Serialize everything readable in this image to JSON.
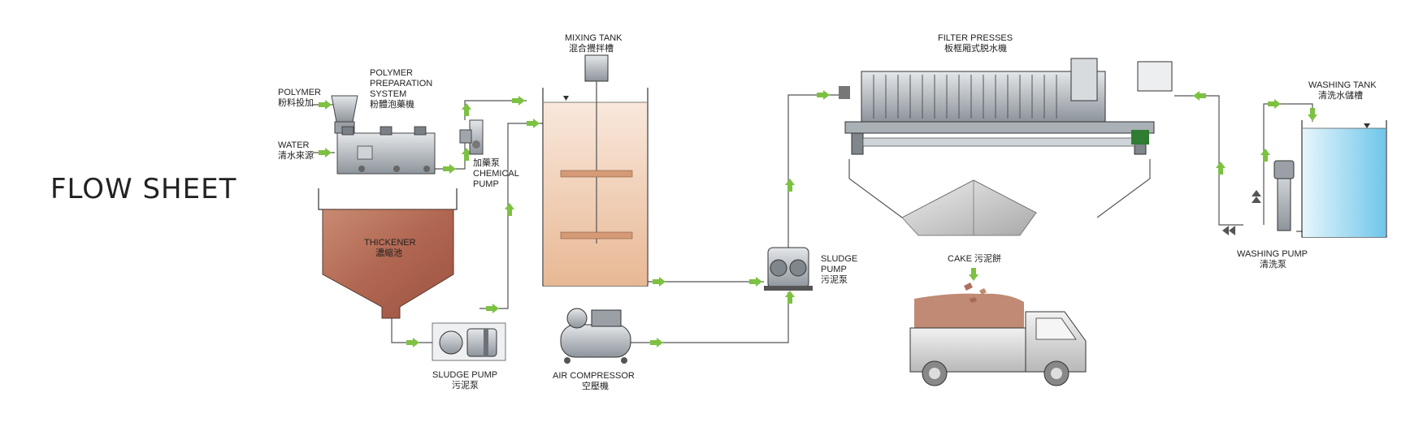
{
  "title": "FLOW SHEET",
  "labels": {
    "polymer": [
      "POLYMER",
      "粉料投加"
    ],
    "polymer_system": [
      "POLYMER",
      "PREPARATION",
      "SYSTEM",
      "粉體泡藥機"
    ],
    "water": [
      "WATER",
      "清水來源"
    ],
    "chemical_pump": [
      "加藥泵",
      "CHEMICAL",
      "PUMP"
    ],
    "mixing_tank": [
      "MIXING TANK",
      "混合攪拌槽"
    ],
    "thickener": [
      "THICKENER",
      "濃縮池"
    ],
    "sludge_pump_1": [
      "SLUDGE PUMP",
      "污泥泵"
    ],
    "air_compressor": [
      "AIR COMPRESSOR",
      "空壓機"
    ],
    "sludge_pump_2": [
      "SLUDGE",
      "PUMP",
      "污泥泵"
    ],
    "filter_presses": [
      "FILTER PRESSES",
      "板框厢式脱水機"
    ],
    "cake": [
      "CAKE 污泥餅"
    ],
    "washing_tank": [
      "WASHING TANK",
      "清洗水儲槽"
    ],
    "washing_pump": [
      "WASHING PUMP",
      "清洗泵"
    ]
  },
  "colors": {
    "arrow": "#7dc142",
    "thickener": "#b5705a",
    "mixing_tank": "#efc9a8",
    "washing_tank": "#a8dcf2",
    "machine": "#b9bec4",
    "truck": "#d4d4d4",
    "cake": "#c08a74"
  }
}
